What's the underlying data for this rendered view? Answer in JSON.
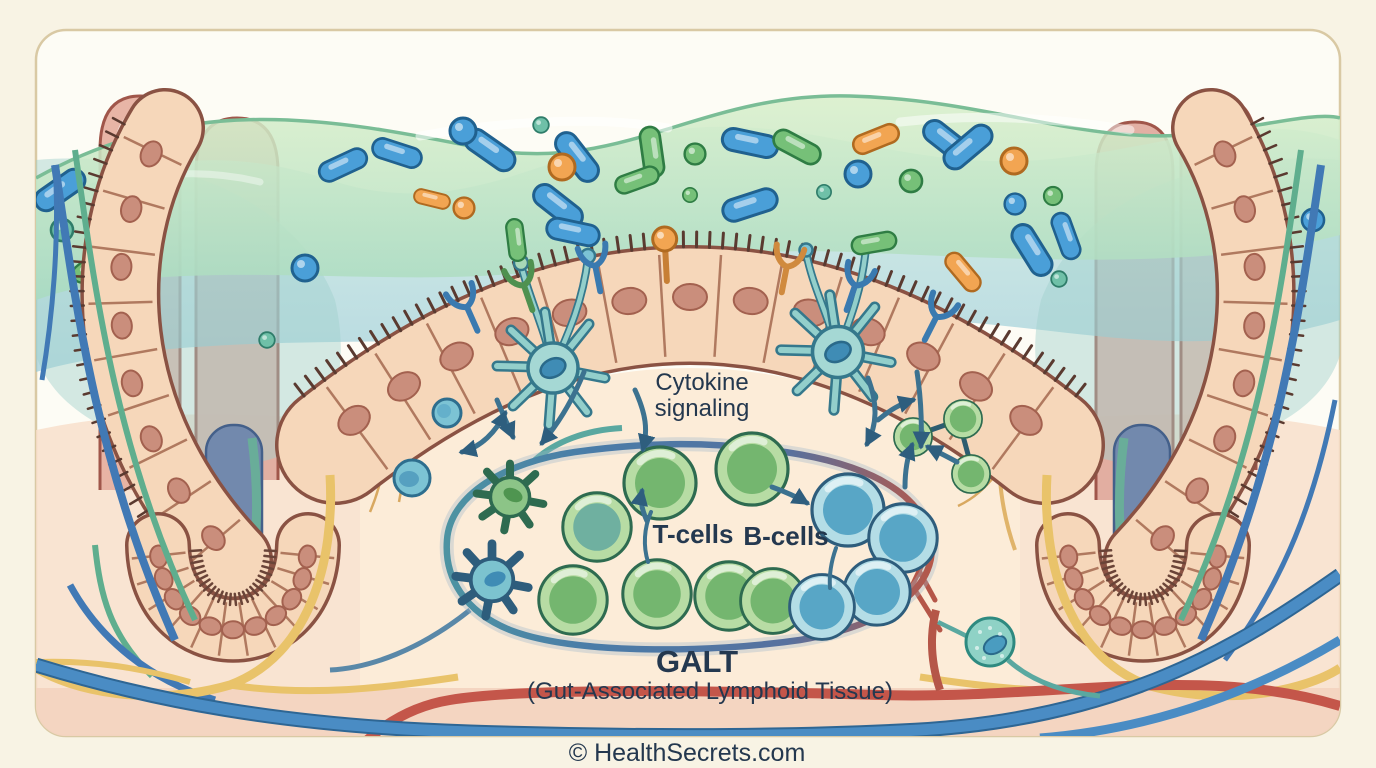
{
  "figure": {
    "type": "medical-illustration",
    "subject": "Gut-Associated Lymphoid Tissue (GALT) in the intestinal wall",
    "labels": {
      "cytokine_line1": "Cytokine",
      "cytokine_line2": "signaling",
      "t_cells": "T-cells",
      "b_cells": "B-cells",
      "galt_acronym": "GALT",
      "galt_full": "(Gut-Associated Lymphoid Tissue)"
    },
    "footer": {
      "copyright": "© HealthSecrets.com"
    },
    "icons": {
      "bacterium_rod": "rod-shaped gut bacterium",
      "bacterium_coccus": "round gut bacterium",
      "receptor": "epithelial surface receptor",
      "dendritic_cell": "dendritic cell sampling antigen",
      "t_cell": "green T lymphocyte",
      "b_cell": "blue B lymphocyte",
      "lymphocyte_speckled": "migrating lymphocyte",
      "arrow": "signaling arrow"
    },
    "colors": {
      "background": "#f8f3e4",
      "card_background": "#fdfcf5",
      "card_border": "#d9c9a4",
      "mucus_green": "#c9e8c5",
      "mucus_teal": "#9fd0cd",
      "epithelium": "#f6d7ba",
      "epithelium_outline": "#8a5243",
      "nucleus_pink": "#ca8e7c",
      "villus_pink": "#e7b1a1",
      "t_cell_green": "#74b66f",
      "b_cell_blue": "#58a6c6",
      "dendritic_teal": "#a5d8d4",
      "vein_blue": "#4a8cc4",
      "artery_red": "#c4564a",
      "lymph_yellow": "#e9c36a",
      "label_text": "#24384f"
    }
  }
}
